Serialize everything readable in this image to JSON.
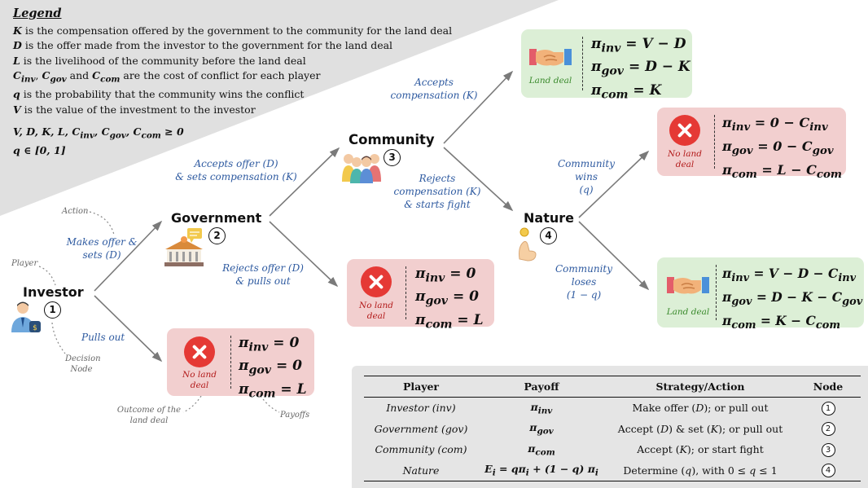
{
  "legend": {
    "title": "Legend",
    "lines": [
      "K is the compensation offered by the government to the community for the land deal",
      "D is the offer made from the investor to the government for the land deal",
      "L is the livelihood of the community before the land deal",
      "Cinv, Cgov and Ccom are the cost of conflict for each player",
      "q is the probability that the community wins the conflict",
      "V is the value of the investment to the investor"
    ],
    "bounds": [
      "V, D, K, L, Cinv, Cgov, Ccom ≥ 0",
      "q ∈ [0, 1]"
    ]
  },
  "players": {
    "investor": {
      "name": "Investor",
      "node": "1"
    },
    "government": {
      "name": "Government",
      "node": "2"
    },
    "community": {
      "name": "Community",
      "node": "3"
    },
    "nature": {
      "name": "Nature",
      "node": "4"
    }
  },
  "actions": {
    "makes_offer": [
      "Makes offer &",
      "sets (D)"
    ],
    "pulls_out": "Pulls out",
    "accepts_offer": [
      "Accepts offer (D)",
      "& sets compensation (K)"
    ],
    "rejects_offer": [
      "Rejects offer (D)",
      "& pulls out"
    ],
    "accepts_comp": [
      "Accepts",
      "compensation (K)"
    ],
    "rejects_comp": [
      "Rejects",
      "compensation (K)",
      "& starts fight"
    ],
    "comm_wins": [
      "Community",
      "wins",
      "(q)"
    ],
    "comm_loses": [
      "Community",
      "loses",
      "(1 − q)"
    ]
  },
  "annotations": {
    "player": "Player",
    "action": "Action",
    "decision_node": [
      "Decision",
      "Node"
    ],
    "outcome": [
      "Outcome of the",
      "land deal"
    ],
    "payoffs": "Payoffs"
  },
  "outcomes": {
    "inv_pulls": {
      "label": [
        "No land",
        "deal"
      ],
      "payoffs": [
        "π_inv = 0",
        "π_gov = 0",
        "π_com = L"
      ]
    },
    "gov_pulls": {
      "label": [
        "No land",
        "deal"
      ],
      "payoffs": [
        "π_inv = 0",
        "π_gov = 0",
        "π_com = L"
      ]
    },
    "comm_accepts": {
      "label": [
        "Land deal"
      ],
      "payoffs": [
        "π_inv = V − D",
        "π_gov = D − K",
        "π_com = K"
      ]
    },
    "comm_wins": {
      "label": [
        "No land",
        "deal"
      ],
      "payoffs": [
        "π_inv = 0 − C_inv",
        "π_gov = 0 − C_gov",
        "π_com = L − C_com"
      ]
    },
    "comm_loses": {
      "label": [
        "Land deal"
      ],
      "payoffs": [
        "π_inv = V − D − C_inv",
        "π_gov = D − K − C_gov",
        "π_com = K − C_com"
      ]
    }
  },
  "table": {
    "headers": [
      "Player",
      "Payoff",
      "Strategy/Action",
      "Node"
    ],
    "rows": [
      [
        "Investor (inv)",
        "π_inv",
        "Make offer (D); or pull out",
        "1"
      ],
      [
        "Government (gov)",
        "π_gov",
        "Accept (D) & set (K); or pull out",
        "2"
      ],
      [
        "Community (com)",
        "π_com",
        "Accept (K); or start fight",
        "3"
      ],
      [
        "Nature",
        "E_i = qπ_i + (1 − q) π_i",
        "Determine (q), with 0 ≤ q ≤ 1",
        "4"
      ]
    ]
  },
  "colors": {
    "action_text": "#2e5aa0",
    "no_deal_bg": "#f2cfcf",
    "deal_bg": "#dcefd6",
    "no_deal_text": "#b31b1b",
    "deal_text": "#3a8a2c",
    "legend_bg": "#e0e0e0",
    "table_bg": "#e5e5e5",
    "x_icon": "#e53935"
  }
}
